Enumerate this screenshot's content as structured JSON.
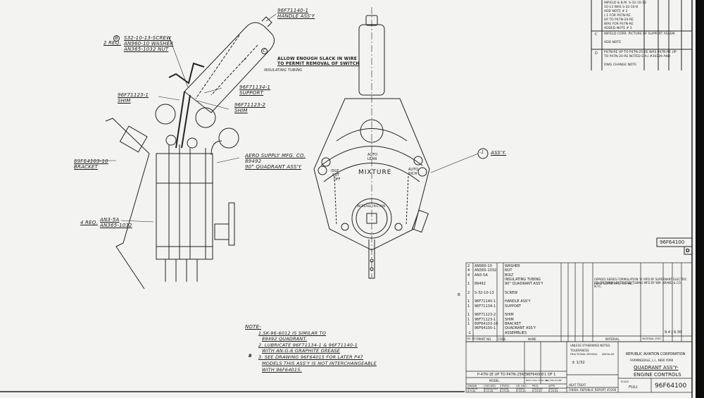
{
  "drawing_number": "96F64100",
  "revision_letter": "D",
  "labels": {
    "handle_assy": [
      "96F71140-1",
      "HANDLE ASS'Y"
    ],
    "screw_group_qty": "2 REQ.",
    "screw_group_marker": "B",
    "screw_group": [
      "S32-10-13-SCREW",
      "AN960-10 WASHER",
      "AN365-1032 NUT"
    ],
    "slack_marker": "C",
    "slack_note": [
      "ALLOW ENOUGH SLACK IN WIRE",
      "TO PERMIT REMOVAL OF SWITCH"
    ],
    "insulating_tubing": "INSULATING TUBING",
    "support": [
      "96F71134-1",
      "SUPPORT"
    ],
    "shim1": [
      "96F71123-1",
      "SHIM"
    ],
    "shim2": [
      "96F71123-2",
      "SHIM"
    ],
    "bracket": [
      "89F64103-10",
      "BRACKET"
    ],
    "quadrant": [
      "AERO SUPPLY MFG. CO.",
      "89492",
      "90° QUADRANT ASS'Y"
    ],
    "bolt_qty": "4 REQ.",
    "bolt_group": [
      "AN3-5A",
      "AN365-1032"
    ],
    "assy_callout": "-1",
    "assy_label": "ASS'Y.",
    "mixture": "MIXTURE",
    "auto_lean": [
      "AUTO",
      "LEAN"
    ],
    "idle_cut_off": [
      "IDLE",
      "CUT",
      "OFF"
    ],
    "auto_rich": [
      "AUTO",
      "RICH"
    ],
    "increase_friction": "INCREASE FRICTION"
  },
  "notes": {
    "heading": "NOTE-",
    "marker": "B",
    "items": [
      "1.SK-96-6012 IS SIMILAR TO",
      "89492 QUADRANT.",
      "2. LUBRICATE 96F71134-1 & 96F71140-1",
      "WITH AN-G-6 GRAPHITE GREASE",
      "3. SEE DRAWING 96F64015 FOR LATER P47",
      "MODELS THIS ASS'Y IS NOT INTERCHANGEABLE",
      "WITH 96F64015."
    ]
  },
  "revisions": [
    {
      "letter": "",
      "text": [
        "INFIELD & B.M. S-32-10-13",
        "10-13 WAS S-32-10-8",
        "ADD NOTE # 2",
        "(-1 FOR P47N-RE",
        "UP TO P47N-20-RE",
        "WAS FOR P47N-RE",
        "ADDED NOTE # 3"
      ]
    },
    {
      "letter": "C",
      "text": [
        "INFIELD CORR. PICTURE OF SUPPORT ASSEM.",
        "ADD NOTE"
      ]
    },
    {
      "letter": "D",
      "text": [
        "P47N-RE UP TO P47N-25-RE WAS P47N-RE UP",
        "TO P47N-20-RE NOTED E.A.I.#26139 AND",
        "DWG CHANGE NOTE"
      ]
    }
  ],
  "parts_list": {
    "headers": [
      "NO. REQD.",
      "PART NO.",
      "CODE",
      "NAME",
      "MATERIAL",
      "MATERIAL SPEC."
    ],
    "rows": [
      {
        "qty": "2",
        "part": "AN960-10",
        "name": "WASHER",
        "material": ""
      },
      {
        "qty": "4",
        "part": "AN365-1032",
        "name": "NUT",
        "material": ""
      },
      {
        "qty": "4",
        "part": "AN3-5A",
        "name": "BOLT",
        "material": ""
      },
      {
        "qty": "",
        "part": "",
        "name": "INSULATING TUBING",
        "material": "(SPADO) SERIES FORMULATION 'H' MFD BY SUPERNANT ELECTRIC CO. OR TURBO EXTRUDED TUBING MFD BY WM. BRAND & CO. N.Y.C."
      },
      {
        "qty": "1",
        "part": "89492",
        "name": "90° QUADRANT ASS'Y",
        "material": "AERO SUPPLY MFG. CO. INC."
      },
      {
        "qty": "",
        "part": "",
        "name": "",
        "material": ""
      },
      {
        "qty": "2",
        "part": "S-32-10-13",
        "name": "SCREW",
        "material": ""
      },
      {
        "qty": "",
        "part": "",
        "name": "",
        "material": ""
      },
      {
        "qty": "1",
        "part": "96F71140-1",
        "name": "HANDLE ASS'Y",
        "material": ""
      },
      {
        "qty": "1",
        "part": "96F71134-1",
        "name": "SUPPORT",
        "material": ""
      },
      {
        "qty": "",
        "part": "",
        "name": "",
        "material": ""
      },
      {
        "qty": "1",
        "part": "96F71123-2",
        "name": "SHIM",
        "material": ""
      },
      {
        "qty": "1",
        "part": "96F71123-1",
        "name": "SHIM",
        "material": ""
      },
      {
        "qty": "1",
        "part": "89F64103-10",
        "name": "BRACKET",
        "material": ""
      },
      {
        "qty": "",
        "part": "96F64100-1",
        "name": "QUADRANT ASS'Y",
        "material": ""
      },
      {
        "qty": "-1",
        "part": "",
        "name": "ASSEMBLIES",
        "material": ""
      }
    ],
    "marker": "B",
    "weight": "9.4 | 9.30"
  },
  "title_block": {
    "company": "REPUBLIC AVIATION CORPORATION",
    "location": "FARMINGDALE, L.I., NEW YORK",
    "title": [
      "QUADRANT ASS'Y-",
      "ENGINE CONTROLS"
    ],
    "drawing_no": "96F64100",
    "scale_label": "SCALE",
    "scale": "FULL",
    "tolerance_heading": "UNLESS OTHERWISE NOTED",
    "tolerances": "TOLERANCES",
    "tolerance_cols": [
      "FRACTIONAL",
      "DECIMAL",
      "ANGULAR"
    ],
    "fractional": "± 1/32",
    "heat_treat": "HEAT TREAT",
    "finish": "FINISH: REPUBLIC REPORT #2200",
    "model_row": "P-47N-1E UP TO P47N-25RE",
    "next_assy": "96F64008",
    "sheet": "1 OF 1",
    "model_label": "MODEL",
    "next_assy_label": "NEXT ASSY. DWG. NO.",
    "no_per_plane": "NO. PER PLANE",
    "signatures": [
      "DRAWN",
      "CHECKED",
      "STRESS",
      "GR. ENG.",
      "PROJ.",
      "APPR."
    ],
    "sig_names": [
      "MURPHY",
      "BERNSTEIN",
      "MILLER",
      "ALBERT",
      "HUGUES",
      "SPIRLEY"
    ],
    "sig_dates": [
      "6-9-44",
      "6-21-44",
      "6-23-44",
      "6-24-44",
      "6-24-44",
      "6-24-44"
    ]
  }
}
